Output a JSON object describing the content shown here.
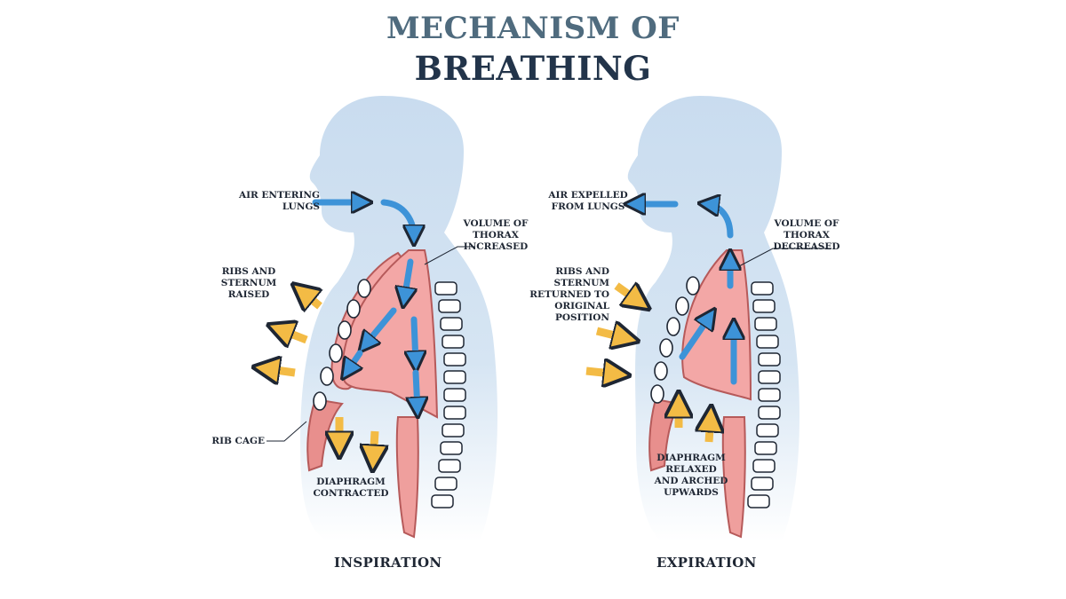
{
  "title": {
    "line1": "MECHANISM OF",
    "line2": "BREATHING"
  },
  "inspiration": {
    "heading": "INSPIRATION",
    "labels": {
      "air": "AIR ENTERING\nLUNGS",
      "volume": "VOLUME OF\nTHORAX\nINCREASED",
      "ribs": "RIBS AND\nSTERNUM\nRAISED",
      "ribcage": "RIB CAGE",
      "diaphragm": "DIAPHRAGM\nCONTRACTED"
    }
  },
  "expiration": {
    "heading": "EXPIRATION",
    "labels": {
      "air": "AIR EXPELLED\nFROM LUNGS",
      "volume": "VOLUME OF\nTHORAX\nDECREASED",
      "ribs": "RIBS AND STERNUM\nRETURNED TO\nORIGINAL POSITION",
      "diaphragm": "DIAPHRAGM\nRELAXED\nAND ARCHED\nUPWARDS"
    }
  },
  "colors": {
    "body": "#c9dcef",
    "lung": "#f3a7a6",
    "lung_outline": "#b65a5a",
    "air_arrow": "#3d93d8",
    "force_arrow": "#f3bb45",
    "outline": "#1e2633"
  }
}
